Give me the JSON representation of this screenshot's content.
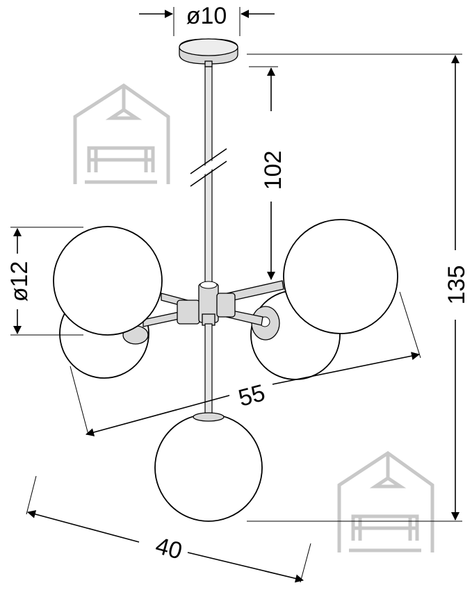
{
  "dimensions": {
    "canopy_diameter": "ø10",
    "rod_length": "102",
    "total_height": "135",
    "globe_diameter": "ø12",
    "span_diagonal": "55",
    "width": "40"
  },
  "icons": {
    "watermark": "house-with-sofa-icon"
  },
  "colors": {
    "lines": "#000000",
    "watermark": "#c8c8c8",
    "metal": "#d9d9d9"
  }
}
